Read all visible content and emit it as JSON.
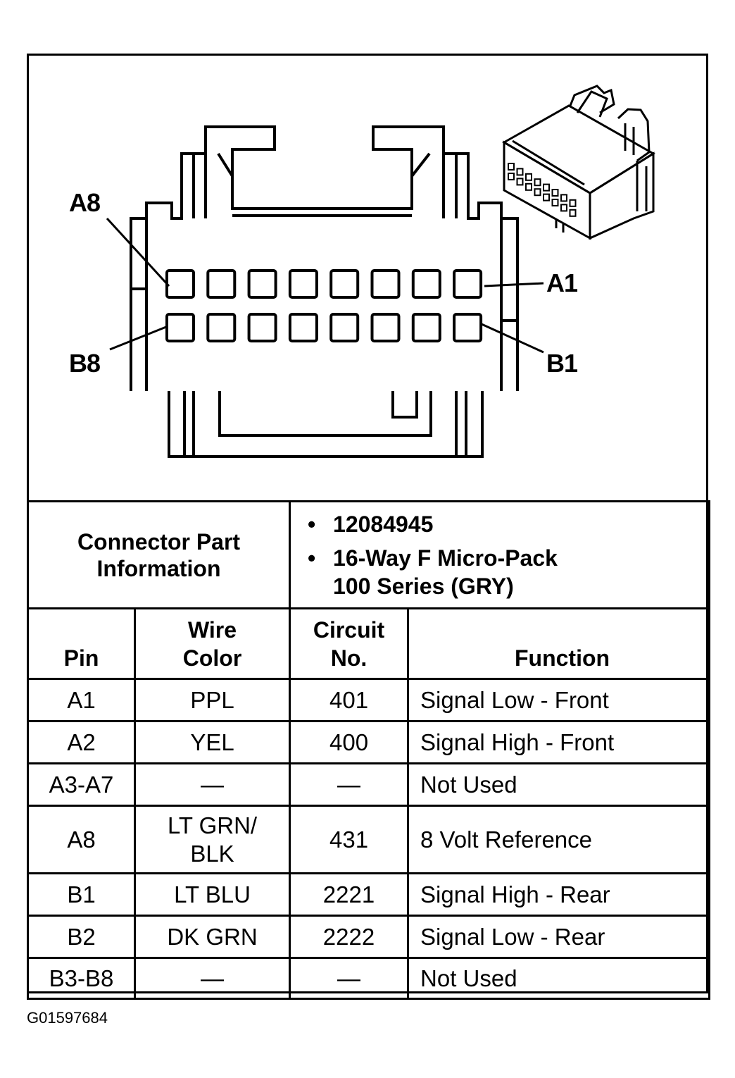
{
  "diagram": {
    "pin_labels": {
      "a8": "A8",
      "a1": "A1",
      "b8": "B8",
      "b1": "B1"
    },
    "rows": 2,
    "cols": 8
  },
  "connector_info": {
    "label_line1": "Connector Part",
    "label_line2": "Information",
    "bullet": "•",
    "part_number": "12084945",
    "description_line1": "16-Way F Micro-Pack",
    "description_line2": "100 Series (GRY)"
  },
  "table": {
    "headers": {
      "pin": "Pin",
      "wire_color_line1": "Wire",
      "wire_color_line2": "Color",
      "circuit_line1": "Circuit",
      "circuit_line2": "No.",
      "function": "Function"
    },
    "rows": [
      {
        "pin": "A1",
        "wire_color": "PPL",
        "wire_color_line2": "",
        "circuit": "401",
        "function": "Signal Low - Front"
      },
      {
        "pin": "A2",
        "wire_color": "YEL",
        "wire_color_line2": "",
        "circuit": "400",
        "function": "Signal High - Front"
      },
      {
        "pin": "A3-A7",
        "wire_color": "—",
        "wire_color_line2": "",
        "circuit": "—",
        "function": "Not Used"
      },
      {
        "pin": "A8",
        "wire_color": "LT GRN/",
        "wire_color_line2": "BLK",
        "circuit": "431",
        "function": "8 Volt Reference"
      },
      {
        "pin": "B1",
        "wire_color": "LT BLU",
        "wire_color_line2": "",
        "circuit": "2221",
        "function": "Signal High - Rear"
      },
      {
        "pin": "B2",
        "wire_color": "DK GRN",
        "wire_color_line2": "",
        "circuit": "2222",
        "function": "Signal Low - Rear"
      },
      {
        "pin": "B3-B8",
        "wire_color": "—",
        "wire_color_line2": "",
        "circuit": "—",
        "function": "Not Used"
      }
    ]
  },
  "figure_id": "G01597684"
}
